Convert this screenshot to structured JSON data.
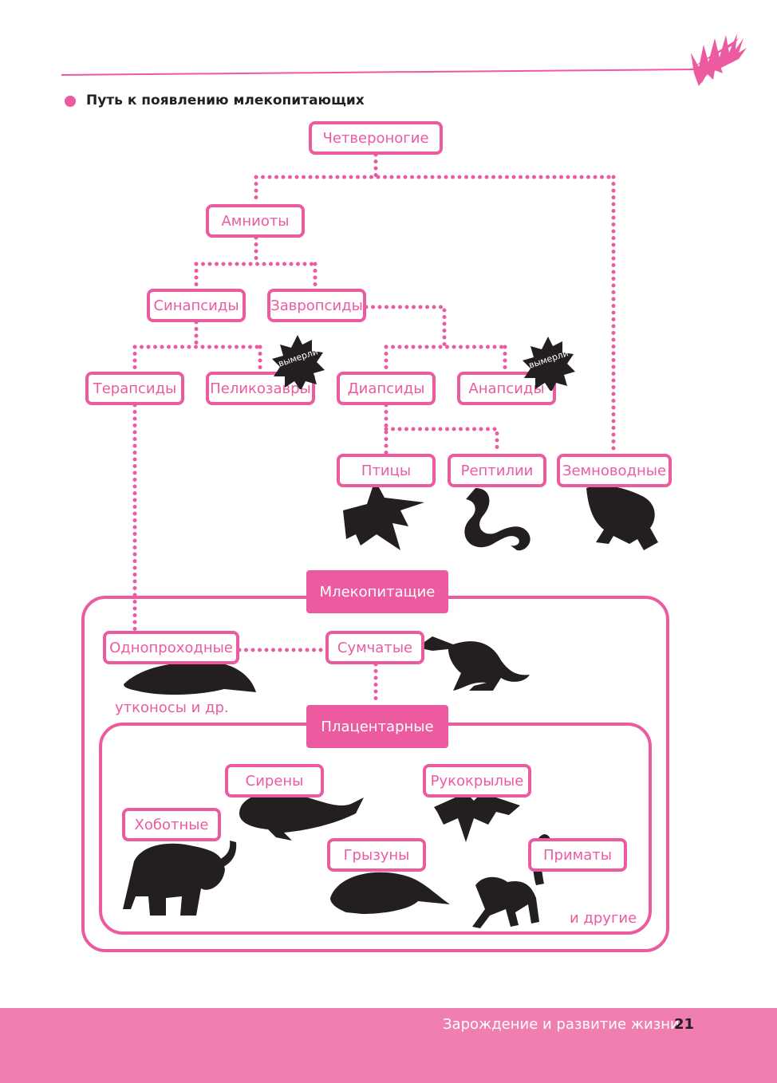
{
  "header": {
    "title": "Путь к появлению млекопитающих",
    "accent": "#ec5ba0"
  },
  "nodes": {
    "tetrapods": "Четвероногие",
    "amniotes": "Амниоты",
    "synapsids": "Синапсиды",
    "sauropsids": "Завропсиды",
    "therapsids": "Терапсиды",
    "pelycosaurs": "Пеликозавры",
    "diapsids": "Диапсиды",
    "anapsids": "Анапсиды",
    "birds": "Птицы",
    "reptiles": "Рептилии",
    "amphibians": "Земноводные",
    "mammals": "Млекопитащие",
    "monotremes": "Однопроходные",
    "marsupials": "Сумчатые",
    "placentals": "Плацентарные",
    "sirenians": "Сирены",
    "bats": "Рукокрылые",
    "proboscideans": "Хоботные",
    "rodents": "Грызуны",
    "primates": "Приматы"
  },
  "badges": {
    "extinct": "вымерли"
  },
  "notes": {
    "platypus": "утконосы и др.",
    "others": "и другие"
  },
  "footer": {
    "section": "Зарождение и развитие жизни",
    "page": "21",
    "bg": "#f07eb0"
  }
}
